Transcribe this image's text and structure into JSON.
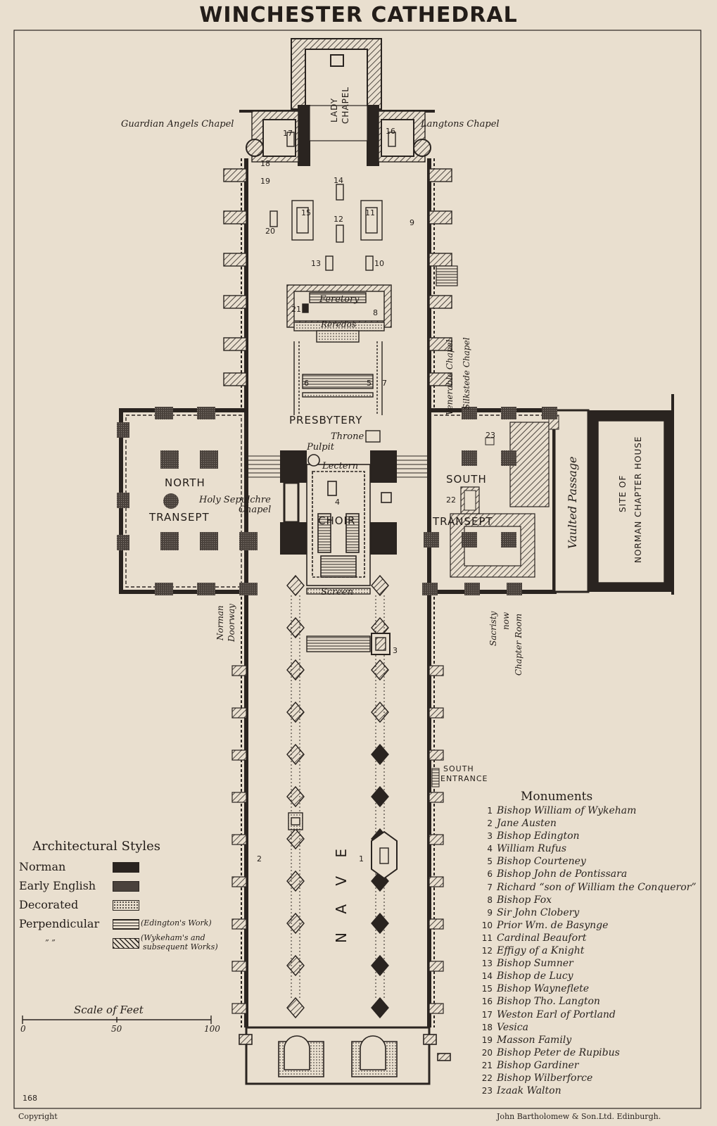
{
  "title": "WINCHESTER CATHEDRAL",
  "areas": {
    "lady_chapel_1": "LADY",
    "lady_chapel_2": "CHAPEL",
    "guardian_angels": "Guardian Angels Chapel",
    "langtons": "Langtons Chapel",
    "feretory": "Feretory",
    "reredos": "Reredos",
    "presbytery": "PRESBYTERY",
    "throne": "Throne",
    "pulpit": "Pulpit",
    "lectern": "Lectern",
    "north": "NORTH",
    "transept_n": "TRANSEPT",
    "holy_sepulchre_1": "Holy Sepulchre",
    "holy_sepulchre_2": "Chapel",
    "choir": "CHOIR",
    "screen": "Screen",
    "south": "SOUTH",
    "transept_s": "TRANSEPT",
    "venerable": "Venerable Chapel",
    "silkstede": "Silkstede Chapel",
    "vaulted_passage": "Vaulted Passage",
    "site_of": "SITE OF",
    "chapter_house": "NORMAN CHAPTER HOUSE",
    "sacristy_1": "Sacristy",
    "sacristy_2": "now",
    "sacristy_3": "Chapter Room",
    "norman_doorway_1": "Norman",
    "norman_doorway_2": "Doorway",
    "south_entrance_1": "SOUTH",
    "south_entrance_2": "ENTRANCE",
    "nave": "N A V E"
  },
  "plan_numbers": {
    "n1": "1",
    "n2": "2",
    "n3": "3",
    "n4": "4",
    "n5": "5",
    "n6": "6",
    "n7": "7",
    "n8": "8",
    "n9": "9",
    "n10": "10",
    "n11": "11",
    "n12": "12",
    "n13": "13",
    "n14": "14",
    "n15": "15",
    "n16": "16",
    "n17": "17",
    "n18": "18",
    "n19": "19",
    "n20": "20",
    "n21": "21",
    "n22": "22",
    "n23": "23"
  },
  "legend": {
    "title": "Architectural Styles",
    "norman": "Norman",
    "early_english": "Early English",
    "decorated": "Decorated",
    "perpendicular": "Perpendicular",
    "edington": "(Edington's Work)",
    "ditto": "”    ”",
    "wykeham_1": "(Wykeham's and",
    "wykeham_2": "subsequent Works)"
  },
  "scale": {
    "title": "Scale of Feet",
    "t0": "0",
    "t50": "50",
    "t100": "100"
  },
  "monuments": {
    "heading": "Monuments",
    "items": [
      {
        "num": "1",
        "name": "Bishop William of Wykeham"
      },
      {
        "num": "2",
        "name": "Jane Austen"
      },
      {
        "num": "3",
        "name": "Bishop Edington"
      },
      {
        "num": "4",
        "name": "William Rufus"
      },
      {
        "num": "5",
        "name": "Bishop Courteney"
      },
      {
        "num": "6",
        "name": "Bishop John de Pontissara"
      },
      {
        "num": "7",
        "name": "Richard “son of William the Conqueror”"
      },
      {
        "num": "8",
        "name": "Bishop Fox"
      },
      {
        "num": "9",
        "name": "Sir John Clobery"
      },
      {
        "num": "10",
        "name": "Prior Wm. de Basynge"
      },
      {
        "num": "11",
        "name": "Cardinal Beaufort"
      },
      {
        "num": "12",
        "name": "Effigy of a Knight"
      },
      {
        "num": "13",
        "name": "Bishop Sumner"
      },
      {
        "num": "14",
        "name": "Bishop de Lucy"
      },
      {
        "num": "15",
        "name": "Bishop Wayneflete"
      },
      {
        "num": "16",
        "name": "Bishop Tho. Langton"
      },
      {
        "num": "17",
        "name": "Weston Earl of Portland"
      },
      {
        "num": "18",
        "name": "Vesica"
      },
      {
        "num": "19",
        "name": "Masson Family"
      },
      {
        "num": "20",
        "name": "Bishop Peter de Rupibus"
      },
      {
        "num": "21",
        "name": "Bishop Gardiner"
      },
      {
        "num": "22",
        "name": "Bishop Wilberforce"
      },
      {
        "num": "23",
        "name": "Izaak Walton"
      }
    ]
  },
  "footer": {
    "page_num": "168",
    "copyright": "Copyright",
    "publisher": "John Bartholomew & Son.Ltd. Edinburgh."
  },
  "colors": {
    "paper": "#e9dfcf",
    "ink": "#2a2420"
  }
}
